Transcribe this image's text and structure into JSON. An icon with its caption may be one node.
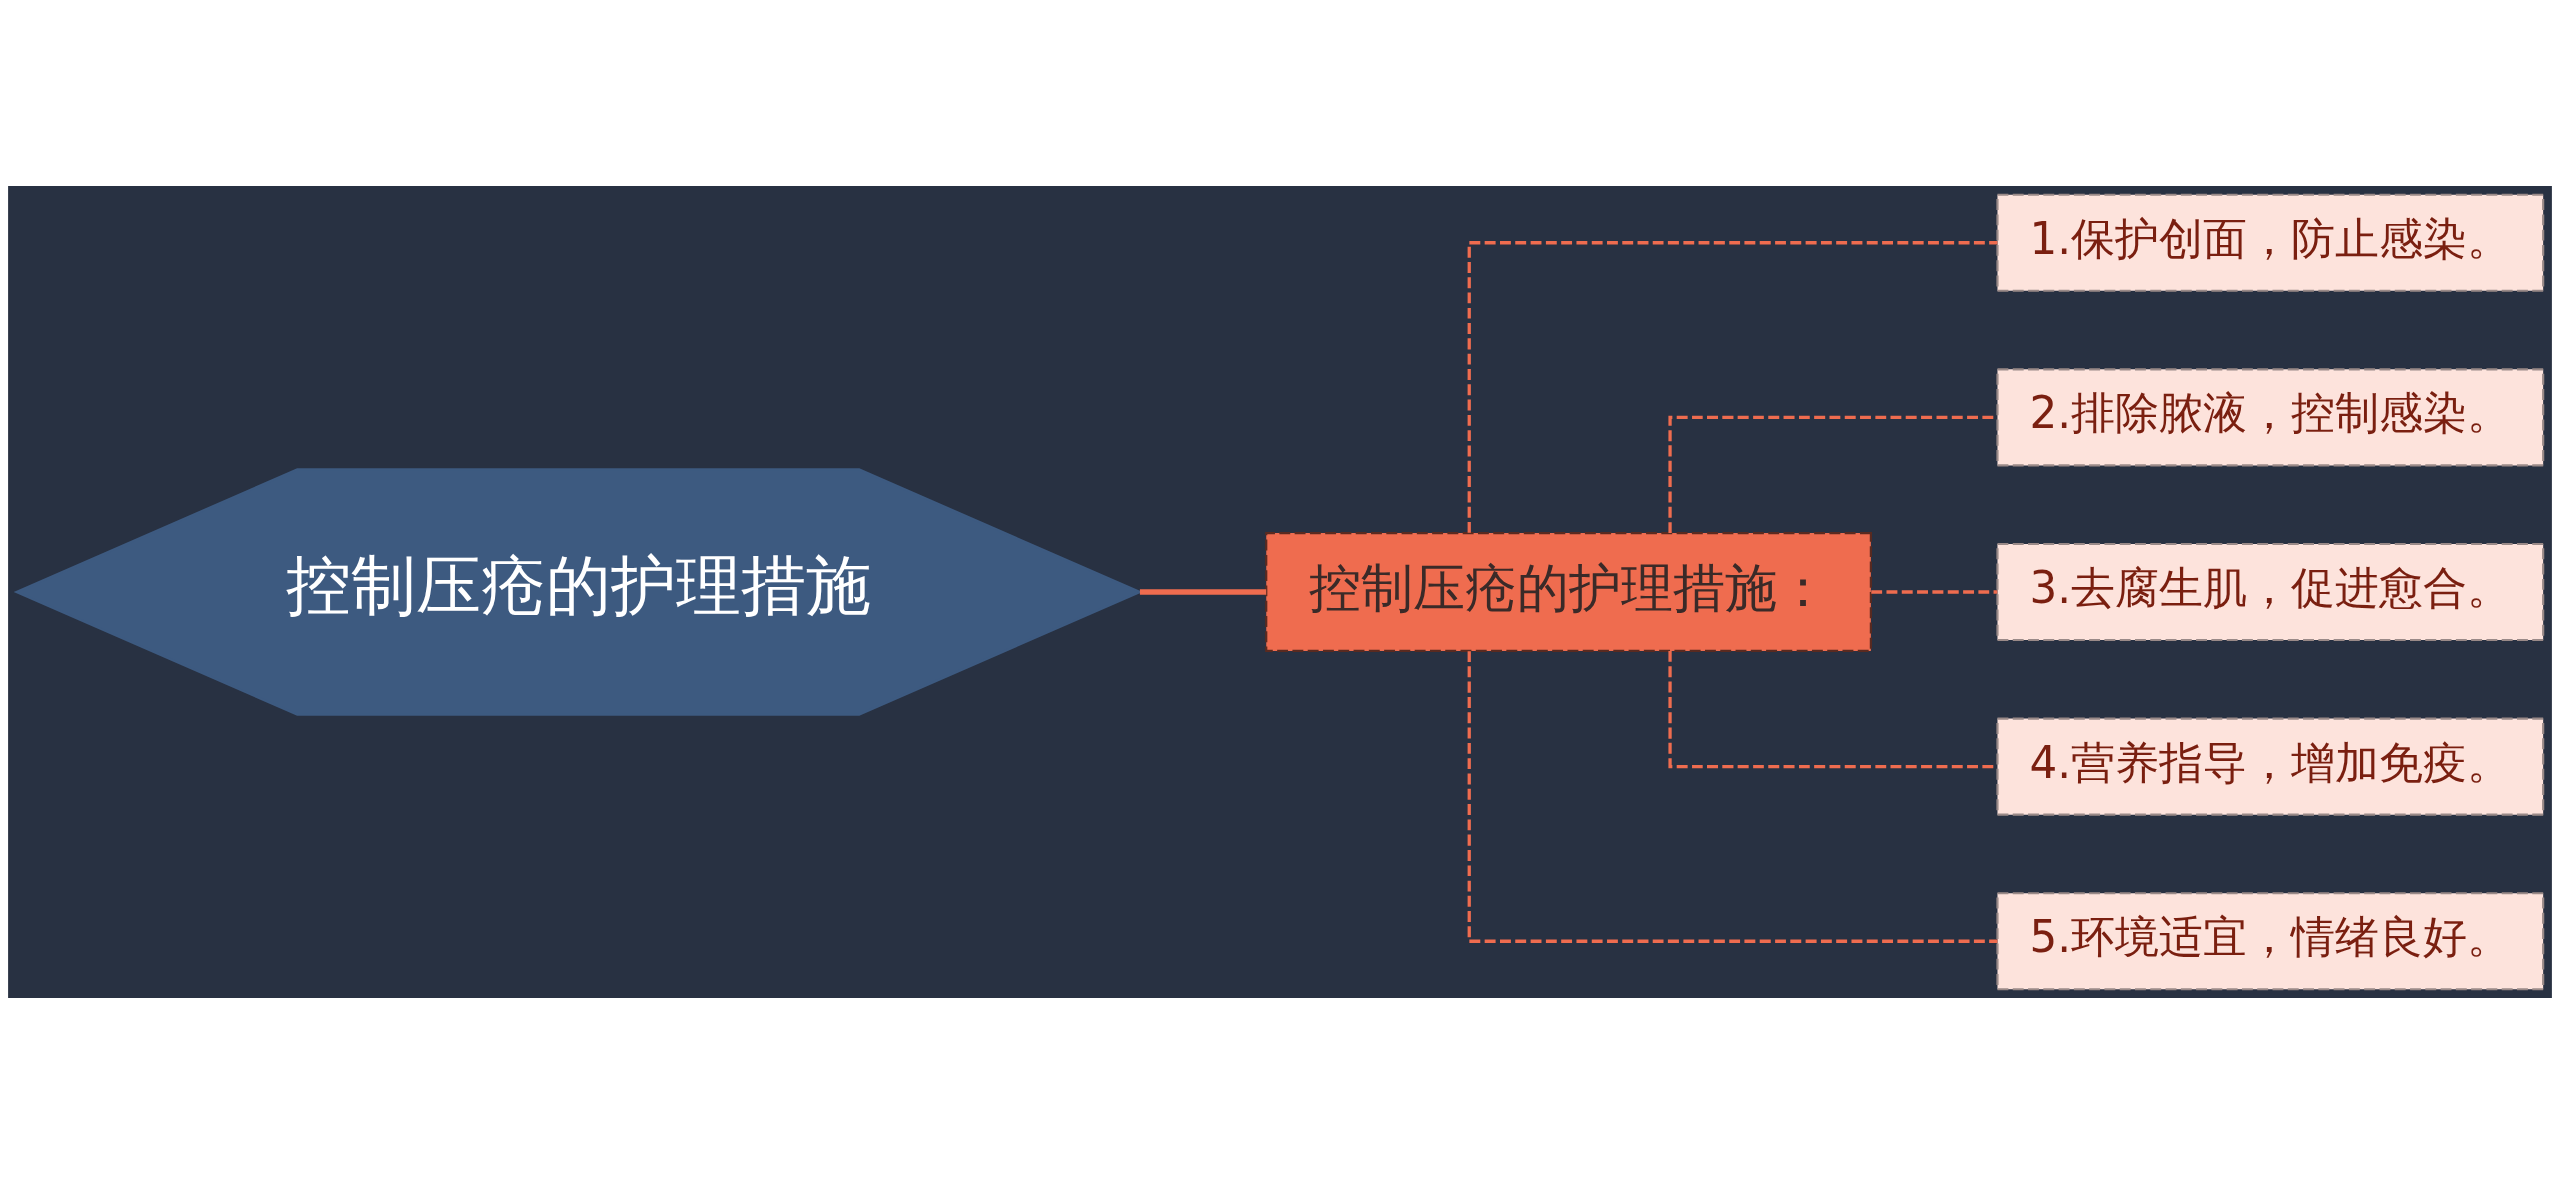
{
  "diagram": {
    "nodes": [
      {
        "text": [
          "控制压疮的护理措施"
        ]
      },
      {
        "text": [
          "控制压疮的护理措施："
        ]
      },
      {
        "text": [
          "1.保护创面，防止感染。"
        ]
      },
      {
        "text": [
          "2.排除脓液，控制感染。"
        ]
      },
      {
        "text": [
          "3.去腐生肌，促进愈合。"
        ]
      },
      {
        "text": [
          "4.营养指导，增加免疫。"
        ]
      },
      {
        "text": [
          "5.环境适宜，情绪良好。"
        ]
      }
    ],
    "edges": [
      {
        "from": 0,
        "to": 1,
        "arrow": "none"
      },
      {
        "from": 1,
        "to": 2,
        "arrow": "none",
        "style": "dashed"
      },
      {
        "from": 1,
        "to": 3,
        "arrow": "none",
        "style": "dashed"
      },
      {
        "from": 1,
        "to": 4,
        "arrow": "none",
        "style": "dashed"
      },
      {
        "from": 1,
        "to": 5,
        "arrow": "none",
        "style": "dashed"
      },
      {
        "from": 1,
        "to": 6,
        "arrow": "none",
        "style": "dashed"
      }
    ]
  }
}
